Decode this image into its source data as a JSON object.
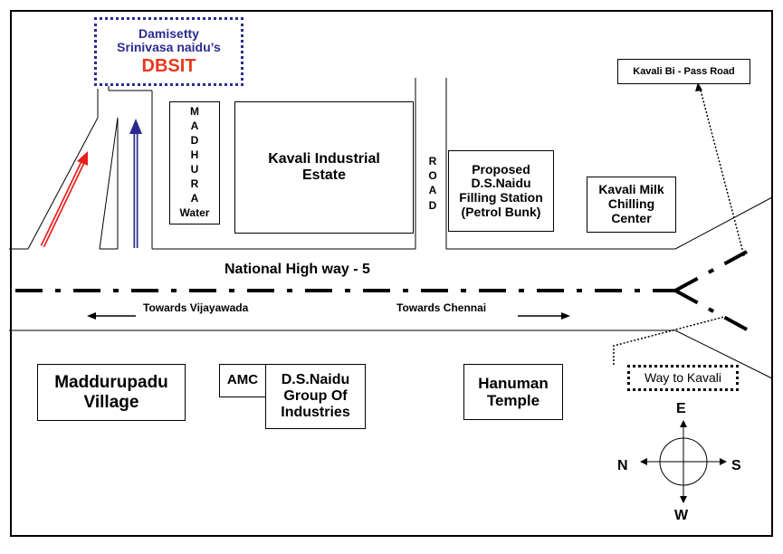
{
  "college": {
    "line1": "Damisetty",
    "line2": "Srinivasa naidu’s",
    "name": "DBSIT",
    "text_color": "#2b2b8f",
    "name_color": "#e8381c"
  },
  "places": {
    "madhura_letters": [
      "M",
      "A",
      "D",
      "H",
      "U",
      "R",
      "A"
    ],
    "madhura_suffix": "Water",
    "industrial_estate": [
      "Kavali Industrial",
      "Estate"
    ],
    "road_letters": [
      "R",
      "O",
      "A",
      "D"
    ],
    "petrol_bunk": [
      "Proposed",
      "D.S.Naidu",
      "Filling Station",
      "(Petrol Bunk)"
    ],
    "milk_center": [
      "Kavali Milk",
      "Chilling",
      "Center"
    ],
    "bypass_road": "Kavali Bi - Pass Road",
    "village": [
      "Maddurupadu",
      "Village"
    ],
    "amc": "AMC",
    "ds_naidu_group": [
      "D.S.Naidu",
      "Group Of",
      "Industries"
    ],
    "temple": [
      "Hanuman",
      "Temple"
    ],
    "way_to_kavali": "Way to Kavali"
  },
  "highway": {
    "name": "National High way - 5",
    "towards_left": "Towards Vijayawada",
    "towards_right": "Towards Chennai"
  },
  "compass": {
    "east": "E",
    "west": "W",
    "north": "N",
    "south": "S"
  },
  "colors": {
    "red_arrow": "#e8201c",
    "blue_arrow": "#2b2b8f"
  }
}
